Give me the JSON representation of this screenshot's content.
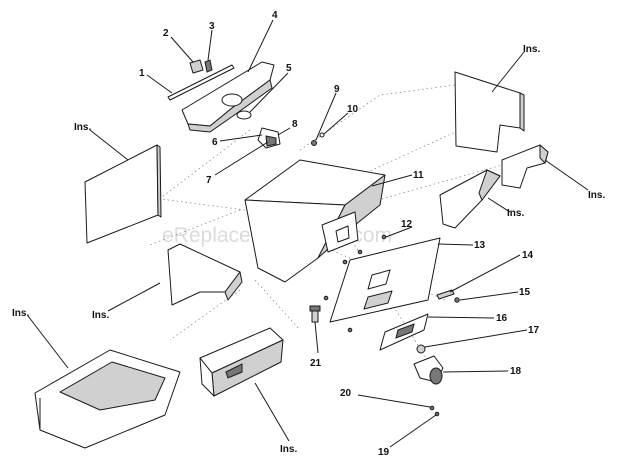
{
  "watermark": "eReplacementParts.com",
  "callouts": {
    "c1": "1",
    "c2": "2",
    "c3": "3",
    "c4": "4",
    "c5": "5",
    "c6": "6",
    "c7": "7",
    "c8": "8",
    "c9": "9",
    "c10": "10",
    "c11": "11",
    "c12": "12",
    "c13": "13",
    "c14": "14",
    "c15": "15",
    "c16": "16",
    "c17": "17",
    "c18": "18",
    "c19": "19",
    "c20": "20",
    "c21": "21",
    "ins": "Ins."
  }
}
